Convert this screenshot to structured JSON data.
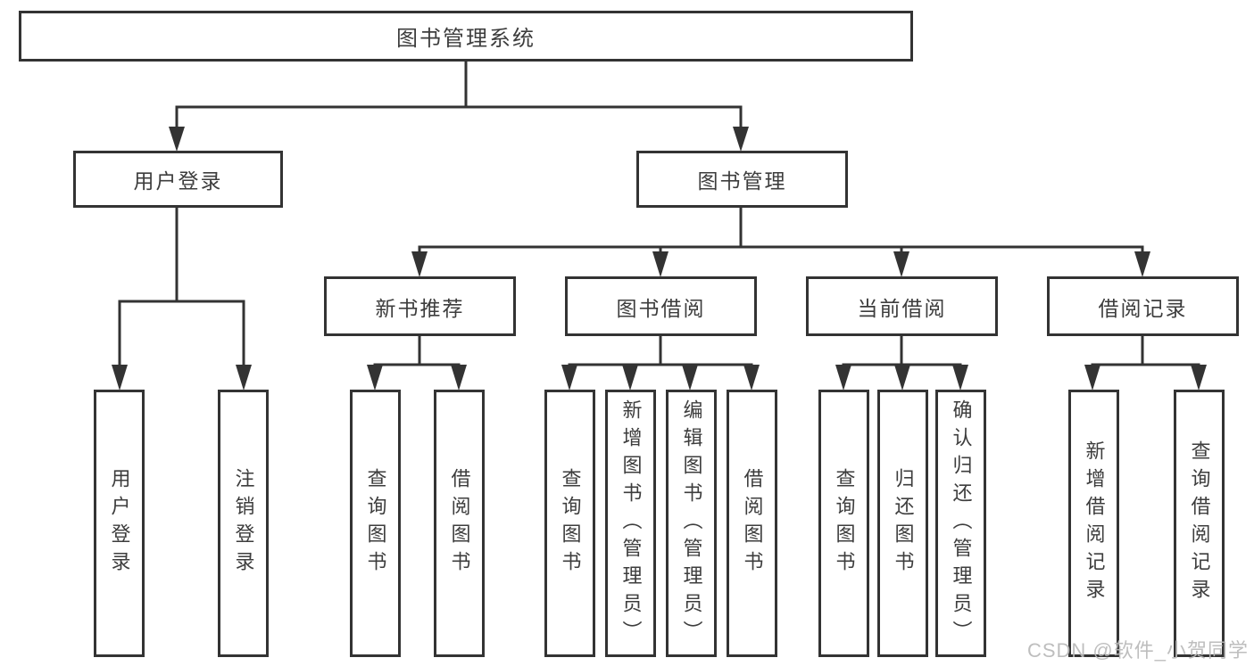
{
  "diagram": {
    "root": "图书管理系统",
    "user_login": {
      "label": "用户登录",
      "children": [
        "用户登录",
        "注销登录"
      ]
    },
    "book_mgmt": {
      "label": "图书管理",
      "sections": [
        {
          "label": "新书推荐",
          "children": [
            "查询图书",
            "借阅图书"
          ]
        },
        {
          "label": "图书借阅",
          "children": [
            "查询图书",
            "新增图书（管理员）",
            "编辑图书（管理员）",
            "借阅图书"
          ]
        },
        {
          "label": "当前借阅",
          "children": [
            "查询图书",
            "归还图书",
            "确认归还（管理员）"
          ]
        },
        {
          "label": "借阅记录",
          "children": [
            "新增借阅记录",
            "查询借阅记录"
          ]
        }
      ]
    }
  },
  "watermark": "CSDN @软件_小贺同学",
  "colors": {
    "line": "#333333",
    "text": "#3d3d3d",
    "watermark": "#b9b9b9",
    "background": "#ffffff"
  }
}
